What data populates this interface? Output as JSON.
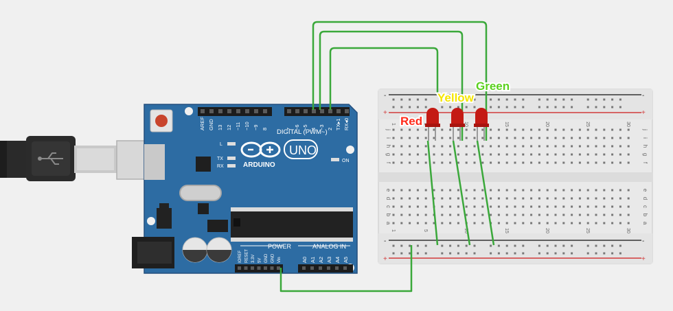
{
  "board": {
    "brand": "ARDUINO",
    "model": "UNO",
    "digital_header": "DIGITAL (PWM~)",
    "power_header": "POWER",
    "analog_header": "ANALOG IN",
    "led_l": "L",
    "led_tx": "TX",
    "led_rx": "RX",
    "on_label": "ON",
    "digital_pins": [
      "AREF",
      "GND",
      "13",
      "12",
      "~11",
      "~10",
      "~9",
      "8",
      "7",
      "~6",
      "~5",
      "4",
      "~3",
      "2",
      "TX▸1",
      "RX◂0"
    ],
    "power_pins": [
      "IOREF",
      "RESET",
      "3.3V",
      "5V",
      "GND",
      "GND",
      "Vin"
    ],
    "analog_pins": [
      "A0",
      "A1",
      "A2",
      "A3",
      "A4",
      "A5"
    ]
  },
  "breadboard": {
    "rows_top": [
      "j",
      "i",
      "h",
      "g",
      "f"
    ],
    "rows_bottom": [
      "e",
      "d",
      "c",
      "b",
      "a"
    ],
    "columns": [
      "1",
      "5",
      "10",
      "15",
      "20",
      "25",
      "30"
    ],
    "rail_plus": "+",
    "rail_minus": "-"
  },
  "leds": [
    {
      "label": "Red",
      "label_color": "#ff2a1a"
    },
    {
      "label": "Yellow",
      "label_color": "#f5e600"
    },
    {
      "label": "Green",
      "label_color": "#5ad11e"
    }
  ],
  "colors": {
    "board": "#2d6ca3",
    "wire": "#3aa83a",
    "led": "#c41a14",
    "rail_red": "#d23a3a",
    "rail_dark": "#333333"
  }
}
